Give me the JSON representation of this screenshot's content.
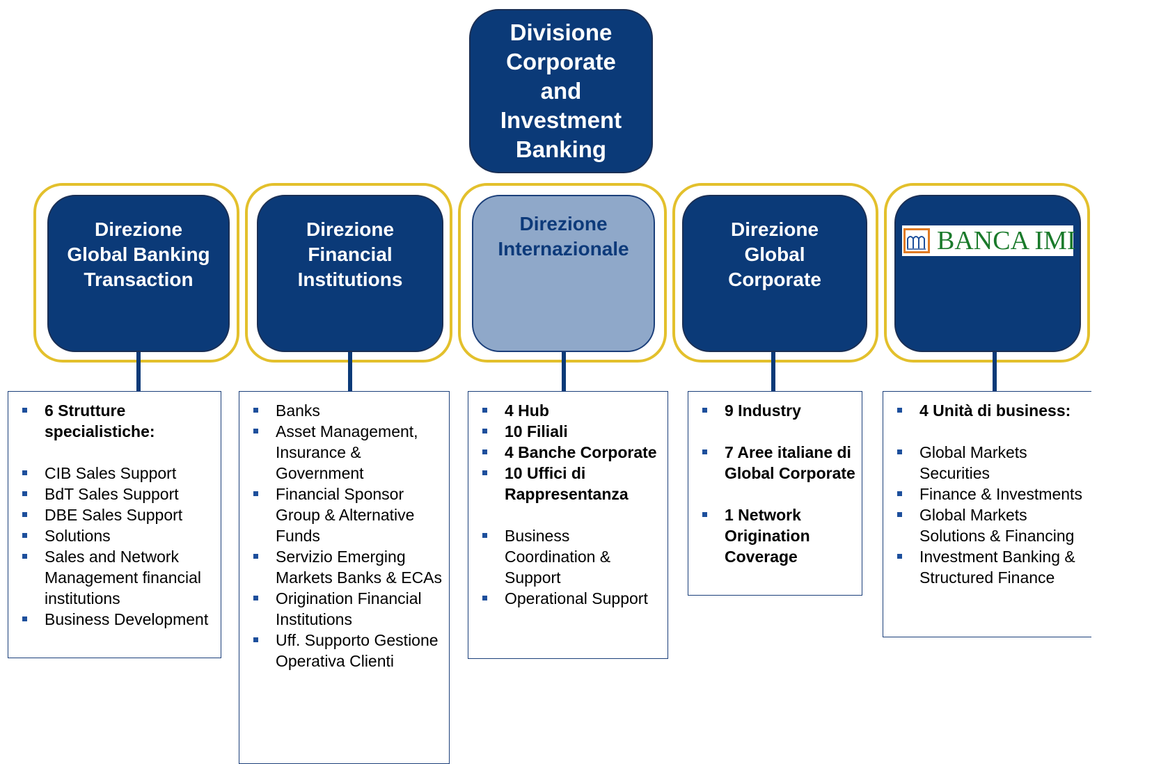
{
  "top": {
    "lines": [
      "Divisione",
      "Corporate",
      "and",
      "Investment",
      "Banking"
    ]
  },
  "divisions": [
    {
      "lines": [
        "Direzione",
        "Global Banking",
        "Transaction"
      ]
    },
    {
      "lines": [
        "Direzione",
        "Financial",
        "Institutions"
      ]
    },
    {
      "lines": [
        "Direzione",
        "Internazionale"
      ]
    },
    {
      "lines": [
        "Direzione",
        "Global",
        "Corporate"
      ]
    },
    {
      "logo_text": "BANCA IMI"
    }
  ],
  "lists": [
    [
      "6 Strutture specialistiche:",
      "CIB Sales Support",
      "BdT Sales Support",
      "DBE Sales Support",
      "Solutions",
      "Sales and Network Management financial institutions",
      "Business Development"
    ],
    [
      "Banks",
      "Asset Management, Insurance & Government",
      "Financial Sponsor Group & Alternative Funds",
      "Servizio Emerging Markets Banks & ECAs",
      "Origination Financial Institutions",
      "Uff. Supporto Gestione Operativa Clienti"
    ],
    [
      "4 Hub",
      "10 Filiali",
      "4 Banche Corporate",
      "10 Uffici di Rappresentanza",
      "Business Coordination & Support",
      "Operational Support"
    ],
    [
      "9 Industry",
      "7 Aree italiane di Global Corporate",
      "1 Network Origination Coverage"
    ],
    [
      "4 Unità di business:",
      "Global Markets Securities",
      "Finance & Investments",
      "Global Markets Solutions & Financing",
      "Investment Banking & Structured Finance"
    ]
  ],
  "colors": {
    "navy": "#0b3a78",
    "gold": "#e3c02c",
    "light_blue": "#8fa8c9",
    "logo_green": "#1a7a2b",
    "logo_orange": "#e07a22"
  }
}
